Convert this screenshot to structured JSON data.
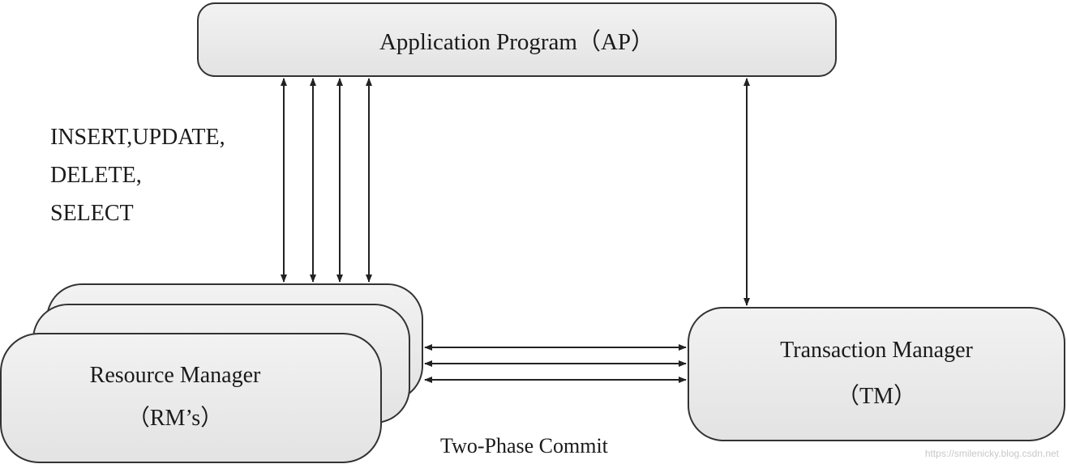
{
  "application_program": {
    "label": "Application Program（AP）"
  },
  "resource_manager": {
    "title": "Resource Manager",
    "abbr": "（RM’s）"
  },
  "transaction_manager": {
    "title": "Transaction Manager",
    "abbr": "（TM）"
  },
  "sql_operations": {
    "line1": "INSERT,UPDATE,",
    "line2": "DELETE,",
    "line3": "SELECT"
  },
  "protocol_label": "Two-Phase Commit",
  "watermark": "https://smilenicky.blog.csdn.net"
}
